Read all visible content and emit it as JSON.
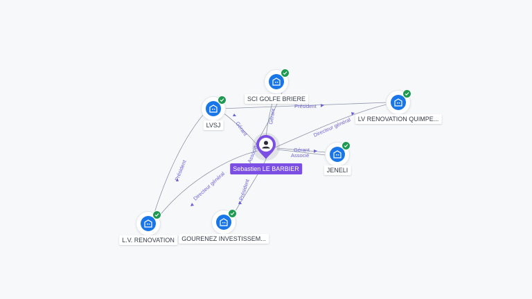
{
  "person": {
    "name": "Sebastien LE BARBIER"
  },
  "companies": {
    "sci_golfe_briere": "SCI GOLFE BRIERE",
    "lvsj": "LVSJ",
    "lv_renovation_quimper": "LV RENOVATION QUIMPE...",
    "jeneli": "JENELI",
    "lv_renovation": "L.V. RENOVATION",
    "gourenez": "GOURENEZ INVESTISSEM..."
  },
  "edge_labels": {
    "president_lvsj_lvq": "Président",
    "gerant_sci": "Gérant",
    "gerant_lvsj": "Gérant",
    "directeur_general_lvq": "Directeur général",
    "gerant_jeneli": "Gérant",
    "associe_jeneli": "Associé",
    "associe_person": "Associé",
    "directeur_general_lvr": "Directeur général",
    "president_gourenez": "Président",
    "president_lvr_lvsj": "Président"
  },
  "colors": {
    "company_icon": "#1976e8",
    "verified_badge": "#1f9a52",
    "person": "#7b4ee4",
    "edge_label": "#6b63d9"
  },
  "icons": {
    "company": "building-icon",
    "verified": "check-icon",
    "person": "user-icon"
  }
}
